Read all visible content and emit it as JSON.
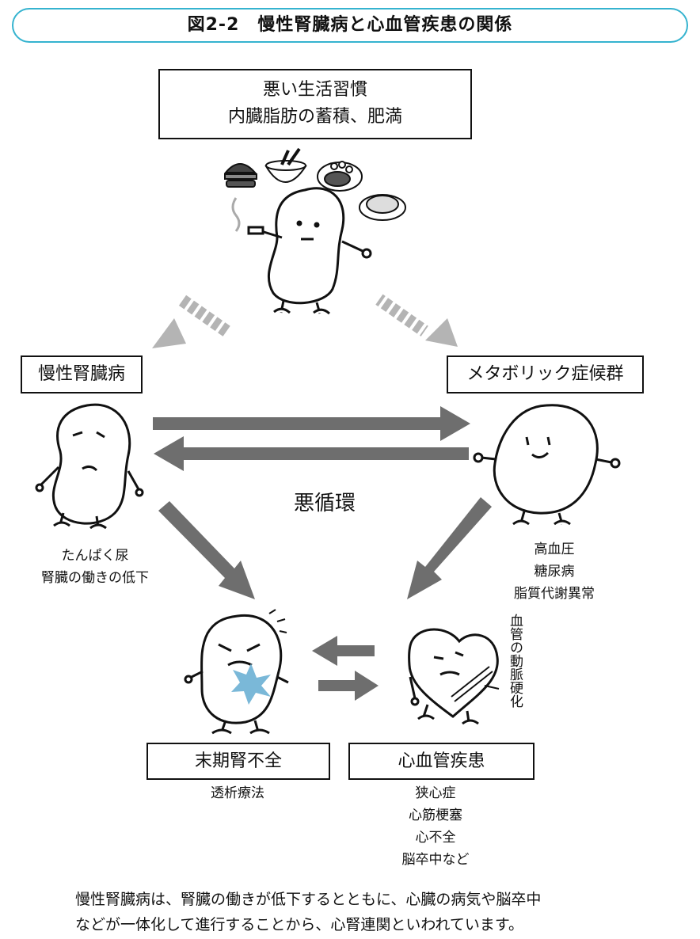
{
  "title": "図2-2　慢性腎臓病と心血管疾患の関係",
  "top_box": {
    "line1": "悪い生活習慣",
    "line2": "内臓脂肪の蓄積、肥満"
  },
  "ckd": {
    "title": "慢性腎臓病",
    "items": [
      "たんぱく尿",
      "腎臓の働きの低下"
    ]
  },
  "metabolic": {
    "title": "メタボリック症候群",
    "items": [
      "高血圧",
      "糖尿病",
      "脂質代謝異常"
    ]
  },
  "cycle_label": "悪循環",
  "eskd": {
    "title": "末期腎不全",
    "items": [
      "透析療法"
    ]
  },
  "cvd": {
    "title": "心血管疾患",
    "items": [
      "狭心症",
      "心筋梗塞",
      "心不全",
      "脳卒中など"
    ]
  },
  "vessel_label": "血管の動脈硬化",
  "caption": {
    "line1": "慢性腎臓病は、腎臓の働きが低下するとともに、心臓の病気や脳卒中",
    "line2": "などが一体化して進行することから、心腎連関といわれています。"
  },
  "colors": {
    "title_border": "#35b3cf",
    "arrow_dark": "#6e6e6e",
    "arrow_light": "#b4b4b4",
    "star": "#7ab8d8"
  }
}
